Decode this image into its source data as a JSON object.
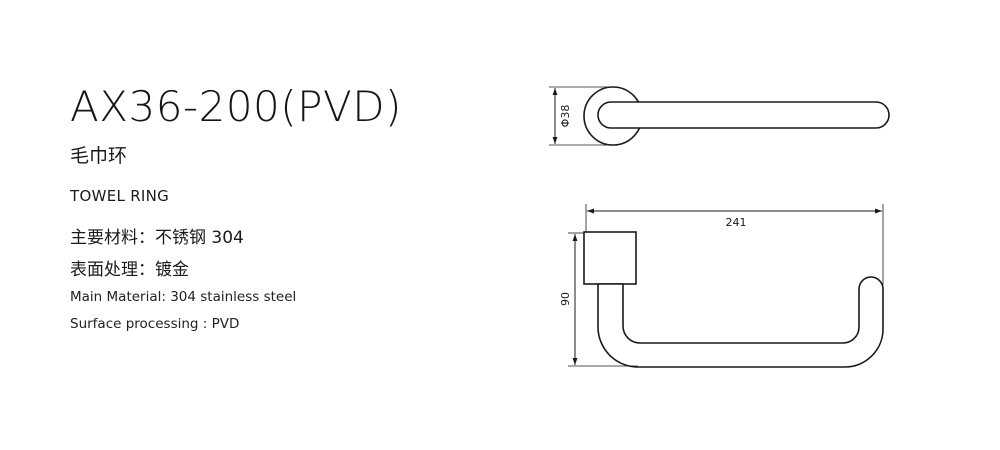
{
  "product": {
    "model": "AX36-200(PVD)",
    "name_cn": "毛巾环",
    "name_en": "TOWEL RING"
  },
  "specs": {
    "material_cn": "主要材料：不锈钢 304",
    "finish_cn": "表面处理：镀金",
    "material_en": "Main Material: 304 stainless steel",
    "finish_en": "Surface processing : PVD"
  },
  "dimensions": {
    "base_diameter": "Φ38",
    "length": "241",
    "height": "90"
  }
}
